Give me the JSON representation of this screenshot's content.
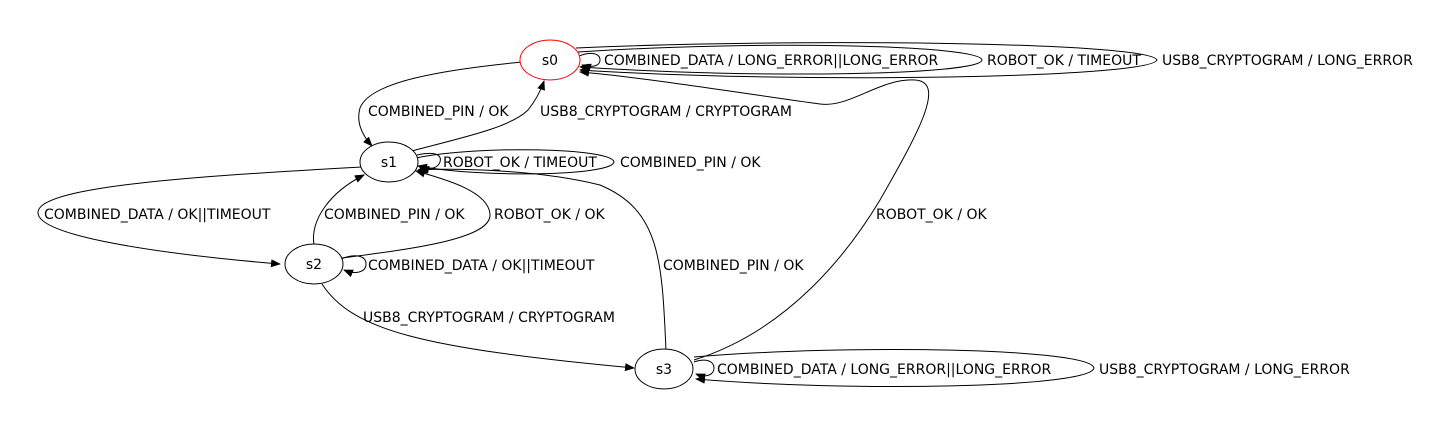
{
  "states": [
    {
      "id": "s0",
      "label": "s0",
      "initial": true
    },
    {
      "id": "s1",
      "label": "s1"
    },
    {
      "id": "s2",
      "label": "s2"
    },
    {
      "id": "s3",
      "label": "s3"
    }
  ],
  "transitions": [
    {
      "id": "s0_self_1",
      "from": "s0",
      "to": "s0",
      "label": "COMBINED_DATA / LONG_ERROR||LONG_ERROR"
    },
    {
      "id": "s0_self_2",
      "from": "s0",
      "to": "s0",
      "label": "ROBOT_OK / TIMEOUT"
    },
    {
      "id": "s0_self_3",
      "from": "s0",
      "to": "s0",
      "label": "USB8_CRYPTOGRAM / LONG_ERROR"
    },
    {
      "id": "s0_s1",
      "from": "s0",
      "to": "s1",
      "label": "COMBINED_PIN / OK"
    },
    {
      "id": "s1_s0",
      "from": "s1",
      "to": "s0",
      "label": "USB8_CRYPTOGRAM / CRYPTOGRAM"
    },
    {
      "id": "s1_self_1",
      "from": "s1",
      "to": "s1",
      "label": "ROBOT_OK / TIMEOUT"
    },
    {
      "id": "s1_self_2",
      "from": "s1",
      "to": "s1",
      "label": "COMBINED_PIN / OK"
    },
    {
      "id": "s1_s2",
      "from": "s1",
      "to": "s2",
      "label": "COMBINED_DATA / OK||TIMEOUT"
    },
    {
      "id": "s2_s1_a",
      "from": "s2",
      "to": "s1",
      "label": "COMBINED_PIN / OK"
    },
    {
      "id": "s2_s1_b",
      "from": "s2",
      "to": "s1",
      "label": "ROBOT_OK / OK"
    },
    {
      "id": "s2_self",
      "from": "s2",
      "to": "s2",
      "label": "COMBINED_DATA / OK||TIMEOUT"
    },
    {
      "id": "s2_s3",
      "from": "s2",
      "to": "s3",
      "label": "USB8_CRYPTOGRAM / CRYPTOGRAM"
    },
    {
      "id": "s3_s1",
      "from": "s3",
      "to": "s1",
      "label": "COMBINED_PIN / OK"
    },
    {
      "id": "s3_s0",
      "from": "s3",
      "to": "s0",
      "label": "ROBOT_OK / OK"
    },
    {
      "id": "s3_self_1",
      "from": "s3",
      "to": "s3",
      "label": "COMBINED_DATA / LONG_ERROR||LONG_ERROR"
    },
    {
      "id": "s3_self_2",
      "from": "s3",
      "to": "s3",
      "label": "USB8_CRYPTOGRAM / LONG_ERROR"
    }
  ],
  "colors": {
    "initial_state_stroke": "#ff0000",
    "state_stroke": "#000000",
    "edge": "#000000",
    "text": "#000000",
    "background": "#ffffff"
  }
}
